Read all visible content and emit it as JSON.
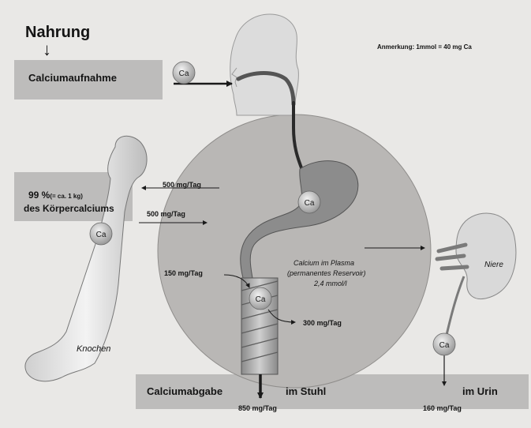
{
  "title": "Nahrung",
  "intake": {
    "label": "Calciumaufnahme"
  },
  "note": "Anmerkung: 1mmol = 40 mg Ca",
  "bone": {
    "percent": "99 %",
    "percent_detail": "(= ca. 1 kg)",
    "description": "des Körpercalciums",
    "label": "Knochen"
  },
  "flows": {
    "bone_out": "500 mg/Tag",
    "bone_in": "500 mg/Tag",
    "absorption": "150 mg/Tag",
    "secretion": "300 mg/Tag"
  },
  "plasma": {
    "line1": "Calcium im Plasma",
    "line2": "(permanentes Reservoir)",
    "line3": "2,4 mmol/l"
  },
  "kidney": {
    "label": "Niere"
  },
  "output": {
    "label": "Calciumabgabe",
    "stool_label": "im Stuhl",
    "stool_value": "850 mg/Tag",
    "urine_label": "im Urin",
    "urine_value": "160 mg/Tag"
  },
  "calcium_symbol": "Ca"
}
